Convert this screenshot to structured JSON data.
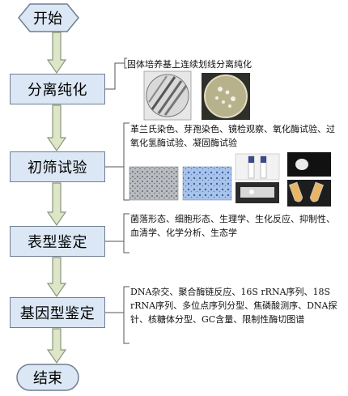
{
  "flowchart": {
    "start": "开始",
    "end": "结束",
    "steps": [
      {
        "label": "分离纯化",
        "description": "固体培养基上连续划线分离纯化"
      },
      {
        "label": "初筛试验",
        "description": "革兰氏染色、芽孢染色、镜检观察、氧化酶试验、过氧化氢酶试验、凝固酶试验"
      },
      {
        "label": "表型鉴定",
        "description": "菌落形态、细胞形态、生理学、生化反应、抑制性、血清学、化学分析、生态学"
      },
      {
        "label": "基因型鉴定",
        "description": "DNA杂交、聚合酶链反应、16S rRNA序列、18S rRNA序列、多位点序列分型、焦磷酸测序、DNA探针、核糖体分型、GC含量、限制性酶切图谱"
      }
    ]
  },
  "colors": {
    "box_fill": "#dbe7f4",
    "box_border": "#6f7f92",
    "arrow_fill": "#dde6c9",
    "arrow_stroke": "#8c9678",
    "bracket": "#555555"
  }
}
